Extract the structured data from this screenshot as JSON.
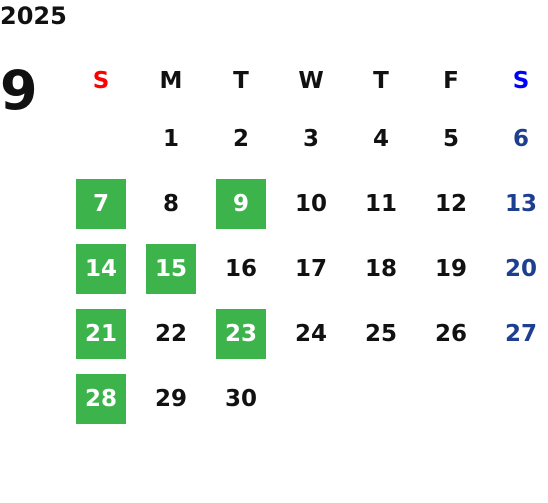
{
  "header": {
    "year": "2025",
    "month": "9"
  },
  "colors": {
    "sunday_header": "#ff0000",
    "saturday_header": "#0000ff",
    "saturday_dates": "#1e3f8f",
    "highlight_bg": "#3cb44b",
    "highlight_text": "#ffffff",
    "default_text": "#111111"
  },
  "weekdays": [
    {
      "label": "S",
      "color": "#ff0000"
    },
    {
      "label": "M",
      "color": "#111111"
    },
    {
      "label": "T",
      "color": "#111111"
    },
    {
      "label": "W",
      "color": "#111111"
    },
    {
      "label": "T",
      "color": "#111111"
    },
    {
      "label": "F",
      "color": "#111111"
    },
    {
      "label": "S",
      "color": "#0000ff"
    }
  ],
  "weeks": [
    [
      "",
      "1",
      "2",
      "3",
      "4",
      "5",
      "6"
    ],
    [
      "7",
      "8",
      "9",
      "10",
      "11",
      "12",
      "13"
    ],
    [
      "14",
      "15",
      "16",
      "17",
      "18",
      "19",
      "20"
    ],
    [
      "21",
      "22",
      "23",
      "24",
      "25",
      "26",
      "27"
    ],
    [
      "28",
      "29",
      "30",
      "",
      "",
      "",
      ""
    ]
  ],
  "highlighted_days": [
    "7",
    "9",
    "14",
    "15",
    "21",
    "23",
    "28"
  ]
}
